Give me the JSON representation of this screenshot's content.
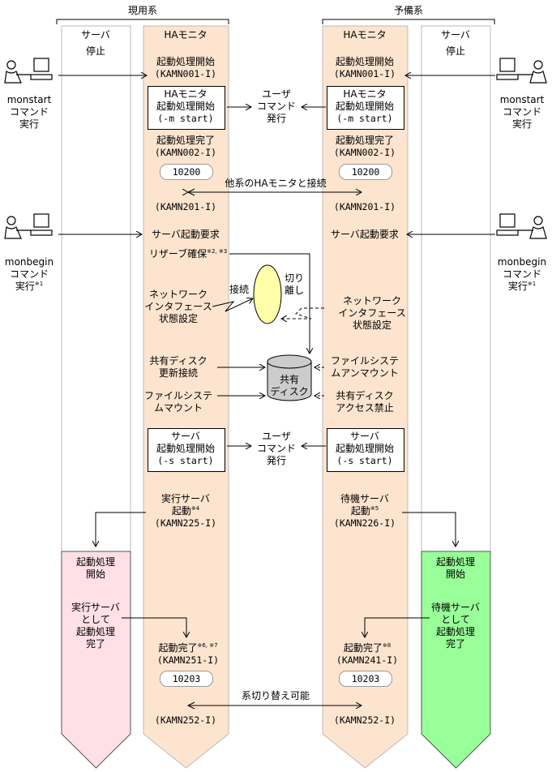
{
  "header": {
    "active": "現用系",
    "standby": "予備系"
  },
  "columns": {
    "server": "サーバ",
    "ha": "HAモニタ",
    "stop": "停止"
  },
  "commands": {
    "monstart": {
      "name": "monstart",
      "line2": "コマンド",
      "line3": "実行"
    },
    "monbegin": {
      "name": "monbegin",
      "line2": "コマンド",
      "line3": "実行",
      "note": "※1"
    }
  },
  "steps": {
    "start_begin": "起動処理開始",
    "kamn001": "(KAMN001-I)",
    "ha_start_1": "HAモニタ",
    "ha_start_2": "起動処理開始",
    "ha_start_3": "(-m start)",
    "user_cmd_1": "ユーザ",
    "user_cmd_2": "コマンド",
    "user_cmd_3": "発行",
    "start_done": "起動処理完了",
    "kamn002": "(KAMN002-I)",
    "code_10200": "10200",
    "connect_other": "他系のHAモニタと接続",
    "kamn201": "(KAMN201-I)",
    "server_start_req": "サーバ起動要求",
    "reserve": "リザーブ確保",
    "reserve_note": "※2, ※3",
    "net_1": "ネットワーク",
    "net_2": "インタフェース",
    "net_3": "状態設定",
    "connect": "接続",
    "disconnect_1": "切り",
    "disconnect_2": "離し",
    "disk_update_1": "共有ディスク",
    "disk_update_2": "更新接続",
    "fs_unmount_1": "ファイルシステ",
    "fs_unmount_2": "ムアンマウント",
    "fs_mount_1": "ファイルシステ",
    "fs_mount_2": "ムマウント",
    "disk_deny_1": "共有ディスク",
    "disk_deny_2": "アクセス禁止",
    "shared_disk_1": "共有",
    "shared_disk_2": "ディスク",
    "srv_start_1": "サーバ",
    "srv_start_2": "起動処理開始",
    "srv_start_3": "(-s start)",
    "exec_srv_1": "実行サーバ",
    "exec_srv_2": "起動",
    "exec_srv_note": "※4",
    "kamn225": "(KAMN225-I)",
    "wait_srv_1": "待機サーバ",
    "wait_srv_2": "起動",
    "wait_srv_note": "※5",
    "kamn226": "(KAMN226-I)",
    "srv_begin_1": "起動処理",
    "srv_begin_2": "開始",
    "as_exec_1": "実行サーバ",
    "as_exec_2": "として",
    "as_exec_3": "起動処理",
    "as_exec_4": "完了",
    "as_wait_1": "待機サーバ",
    "as_wait_2": "として",
    "as_wait_3": "起動処理",
    "as_wait_4": "完了",
    "complete": "起動完了",
    "complete_note_a": "※6, ※7",
    "complete_note_s": "※8",
    "kamn251": "(KAMN251-I)",
    "kamn241": "(KAMN241-I)",
    "code_10203": "10203",
    "switch_ok": "系切り替え可能",
    "kamn252": "(KAMN252-I)"
  },
  "colors": {
    "ha_column": "#FCE4CF",
    "active_server": "#FFE0E6",
    "standby_server": "#99FF99",
    "disk": "#CCCCCC",
    "nic": "#FFFFAA"
  }
}
